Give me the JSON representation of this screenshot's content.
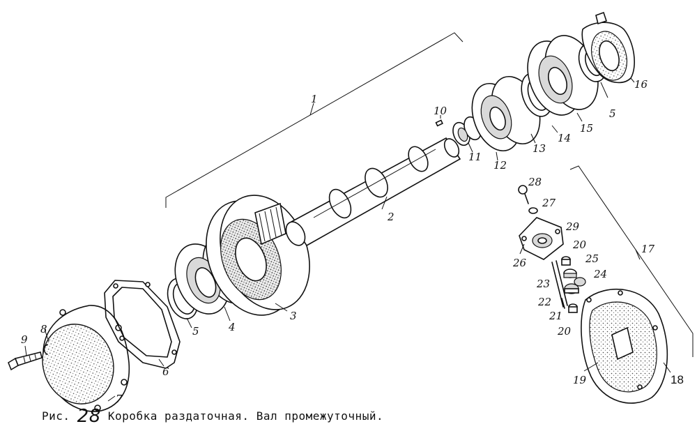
{
  "caption": {
    "prefix": "Рис.",
    "number": "28",
    "text": "Коробка раздаточная. Вал промежуточный."
  },
  "labels": {
    "l1": "1",
    "l2": "2",
    "l3": "3",
    "l4": "4",
    "l5a": "5",
    "l5b": "5",
    "l6": "6",
    "l7": "7",
    "l8": "8",
    "l9": "9",
    "l10": "10",
    "l11": "11",
    "l12": "12",
    "l13": "13",
    "l14": "14",
    "l15": "15",
    "l16": "16",
    "l17": "17",
    "l18": "18",
    "l19": "19",
    "l20a": "20",
    "l20b": "20",
    "l21": "21",
    "l22": "22",
    "l23": "23",
    "l24": "24",
    "l25": "25",
    "l26": "26",
    "l27": "27",
    "l28": "28",
    "l29": "29"
  }
}
